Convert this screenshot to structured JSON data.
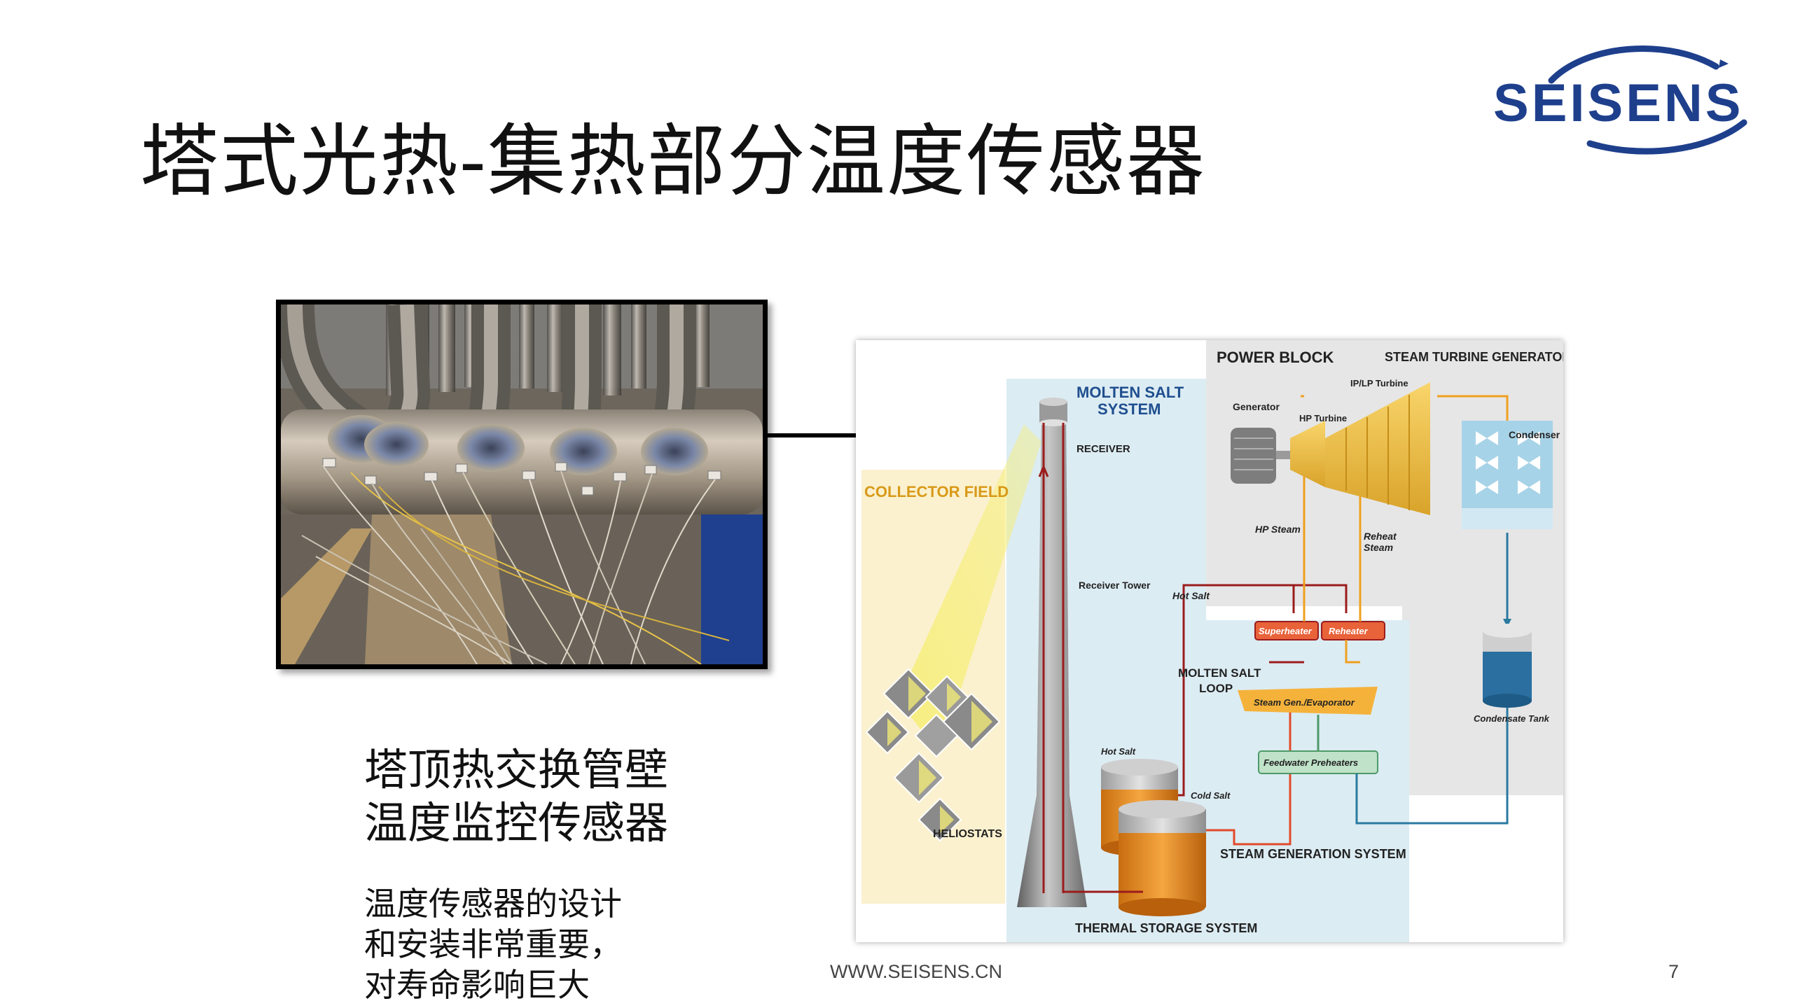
{
  "slide": {
    "title": "塔式光热-集热部分温度传感器",
    "logo_text": "SEISENS",
    "caption": {
      "line1": "塔顶热交换管壁",
      "line2": "温度监控传感器"
    },
    "note": {
      "line1": "温度传感器的设计",
      "line2": "和安装非常重要，",
      "line3": "对寿命影响巨大"
    },
    "footer_url": "WWW.SEISENS.CN",
    "page_number": "7"
  },
  "diagram": {
    "power_block": "POWER BLOCK",
    "steam_turbine_generator": "STEAM TURBINE GENERATOR",
    "molten_salt_system_1": "MOLTEN SALT",
    "molten_salt_system_2": "SYSTEM",
    "receiver": "RECEIVER",
    "collector_field": "COLLECTOR FIELD",
    "receiver_tower": "Receiver Tower",
    "generator": "Generator",
    "hp_turbine": "HP Turbine",
    "ip_lp_turbine": "IP/LP Turbine",
    "condenser": "Condenser",
    "hp_steam": "HP Steam",
    "reheat_steam_1": "Reheat",
    "reheat_steam_2": "Steam",
    "hot_salt_top": "Hot Salt",
    "superheater": "Superheater",
    "reheater": "Reheater",
    "molten_salt_loop_1": "MOLTEN SALT",
    "molten_salt_loop_2": "LOOP",
    "steam_gen": "Steam Gen./Evaporator",
    "condensate_tank": "Condensate Tank",
    "hot_salt_bottom": "Hot Salt",
    "feedwater_preheaters": "Feedwater Preheaters",
    "cold_salt": "Cold Salt",
    "heliostats": "HELIOSTATS",
    "steam_generation_system": "STEAM GENERATION SYSTEM",
    "thermal_storage_system": "THERMAL STORAGE SYSTEM"
  },
  "colors": {
    "logo_blue": "#1e3f8c",
    "molten_salt_bg": "#dcecf3",
    "power_block_bg": "#e6e6e6",
    "collector_bg": "#fbf1cf",
    "hot_line": "#9b1c1c",
    "steam_line": "#f0a020",
    "water_line": "#2a7aa0"
  }
}
